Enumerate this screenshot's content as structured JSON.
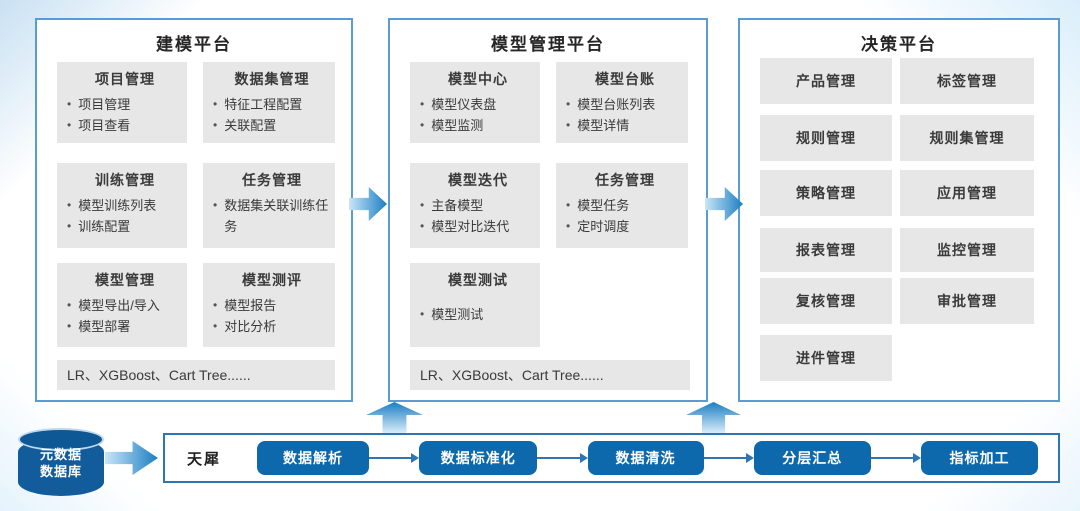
{
  "colors": {
    "panel_border": "#5B9BD5",
    "pipeline_border": "#2E75B6",
    "module_box_gray": "#E7E7E7",
    "stage_button_blue": "#0D68AC",
    "cylinder_blue": "#125C9B",
    "arrow_gradient_light": "#C9E6F8",
    "arrow_gradient_dark": "#1B7EC2",
    "text_dark": "#3A3A3A"
  },
  "platforms": [
    {
      "title": "建模平台",
      "groups": [
        {
          "title": "项目管理",
          "items": [
            "项目管理",
            "项目查看"
          ]
        },
        {
          "title": "数据集管理",
          "items": [
            "特征工程配置",
            "关联配置"
          ]
        },
        {
          "title": "训练管理",
          "items": [
            "模型训练列表",
            "训练配置"
          ]
        },
        {
          "title": "任务管理",
          "items": [
            "数据集关联训练任务"
          ]
        },
        {
          "title": "模型管理",
          "items": [
            "模型导出/导入",
            "模型部署"
          ]
        },
        {
          "title": "模型测评",
          "items": [
            "模型报告",
            "对比分析"
          ]
        }
      ],
      "algorithms": "LR、XGBoost、Cart Tree......"
    },
    {
      "title": "模型管理平台",
      "groups": [
        {
          "title": "模型中心",
          "items": [
            "模型仪表盘",
            "模型监测"
          ]
        },
        {
          "title": "模型台账",
          "items": [
            "模型台账列表",
            "模型详情"
          ]
        },
        {
          "title": "模型迭代",
          "items": [
            "主备模型",
            "模型对比迭代"
          ]
        },
        {
          "title": "任务管理",
          "items": [
            "模型任务",
            "定时调度"
          ]
        },
        {
          "title": "模型测试",
          "items": [
            "模型测试"
          ]
        }
      ],
      "algorithms": "LR、XGBoost、Cart Tree......"
    },
    {
      "title": "决策平台",
      "modules": [
        "产品管理",
        "标签管理",
        "规则管理",
        "规则集管理",
        "策略管理",
        "应用管理",
        "报表管理",
        "监控管理",
        "复核管理",
        "审批管理",
        "进件管理"
      ]
    }
  ],
  "datasource": {
    "line1": "元数据",
    "line2": "数据库"
  },
  "pipeline": {
    "engine": "天犀",
    "stages": [
      "数据解析",
      "数据标准化",
      "数据清洗",
      "分层汇总",
      "指标加工"
    ]
  }
}
